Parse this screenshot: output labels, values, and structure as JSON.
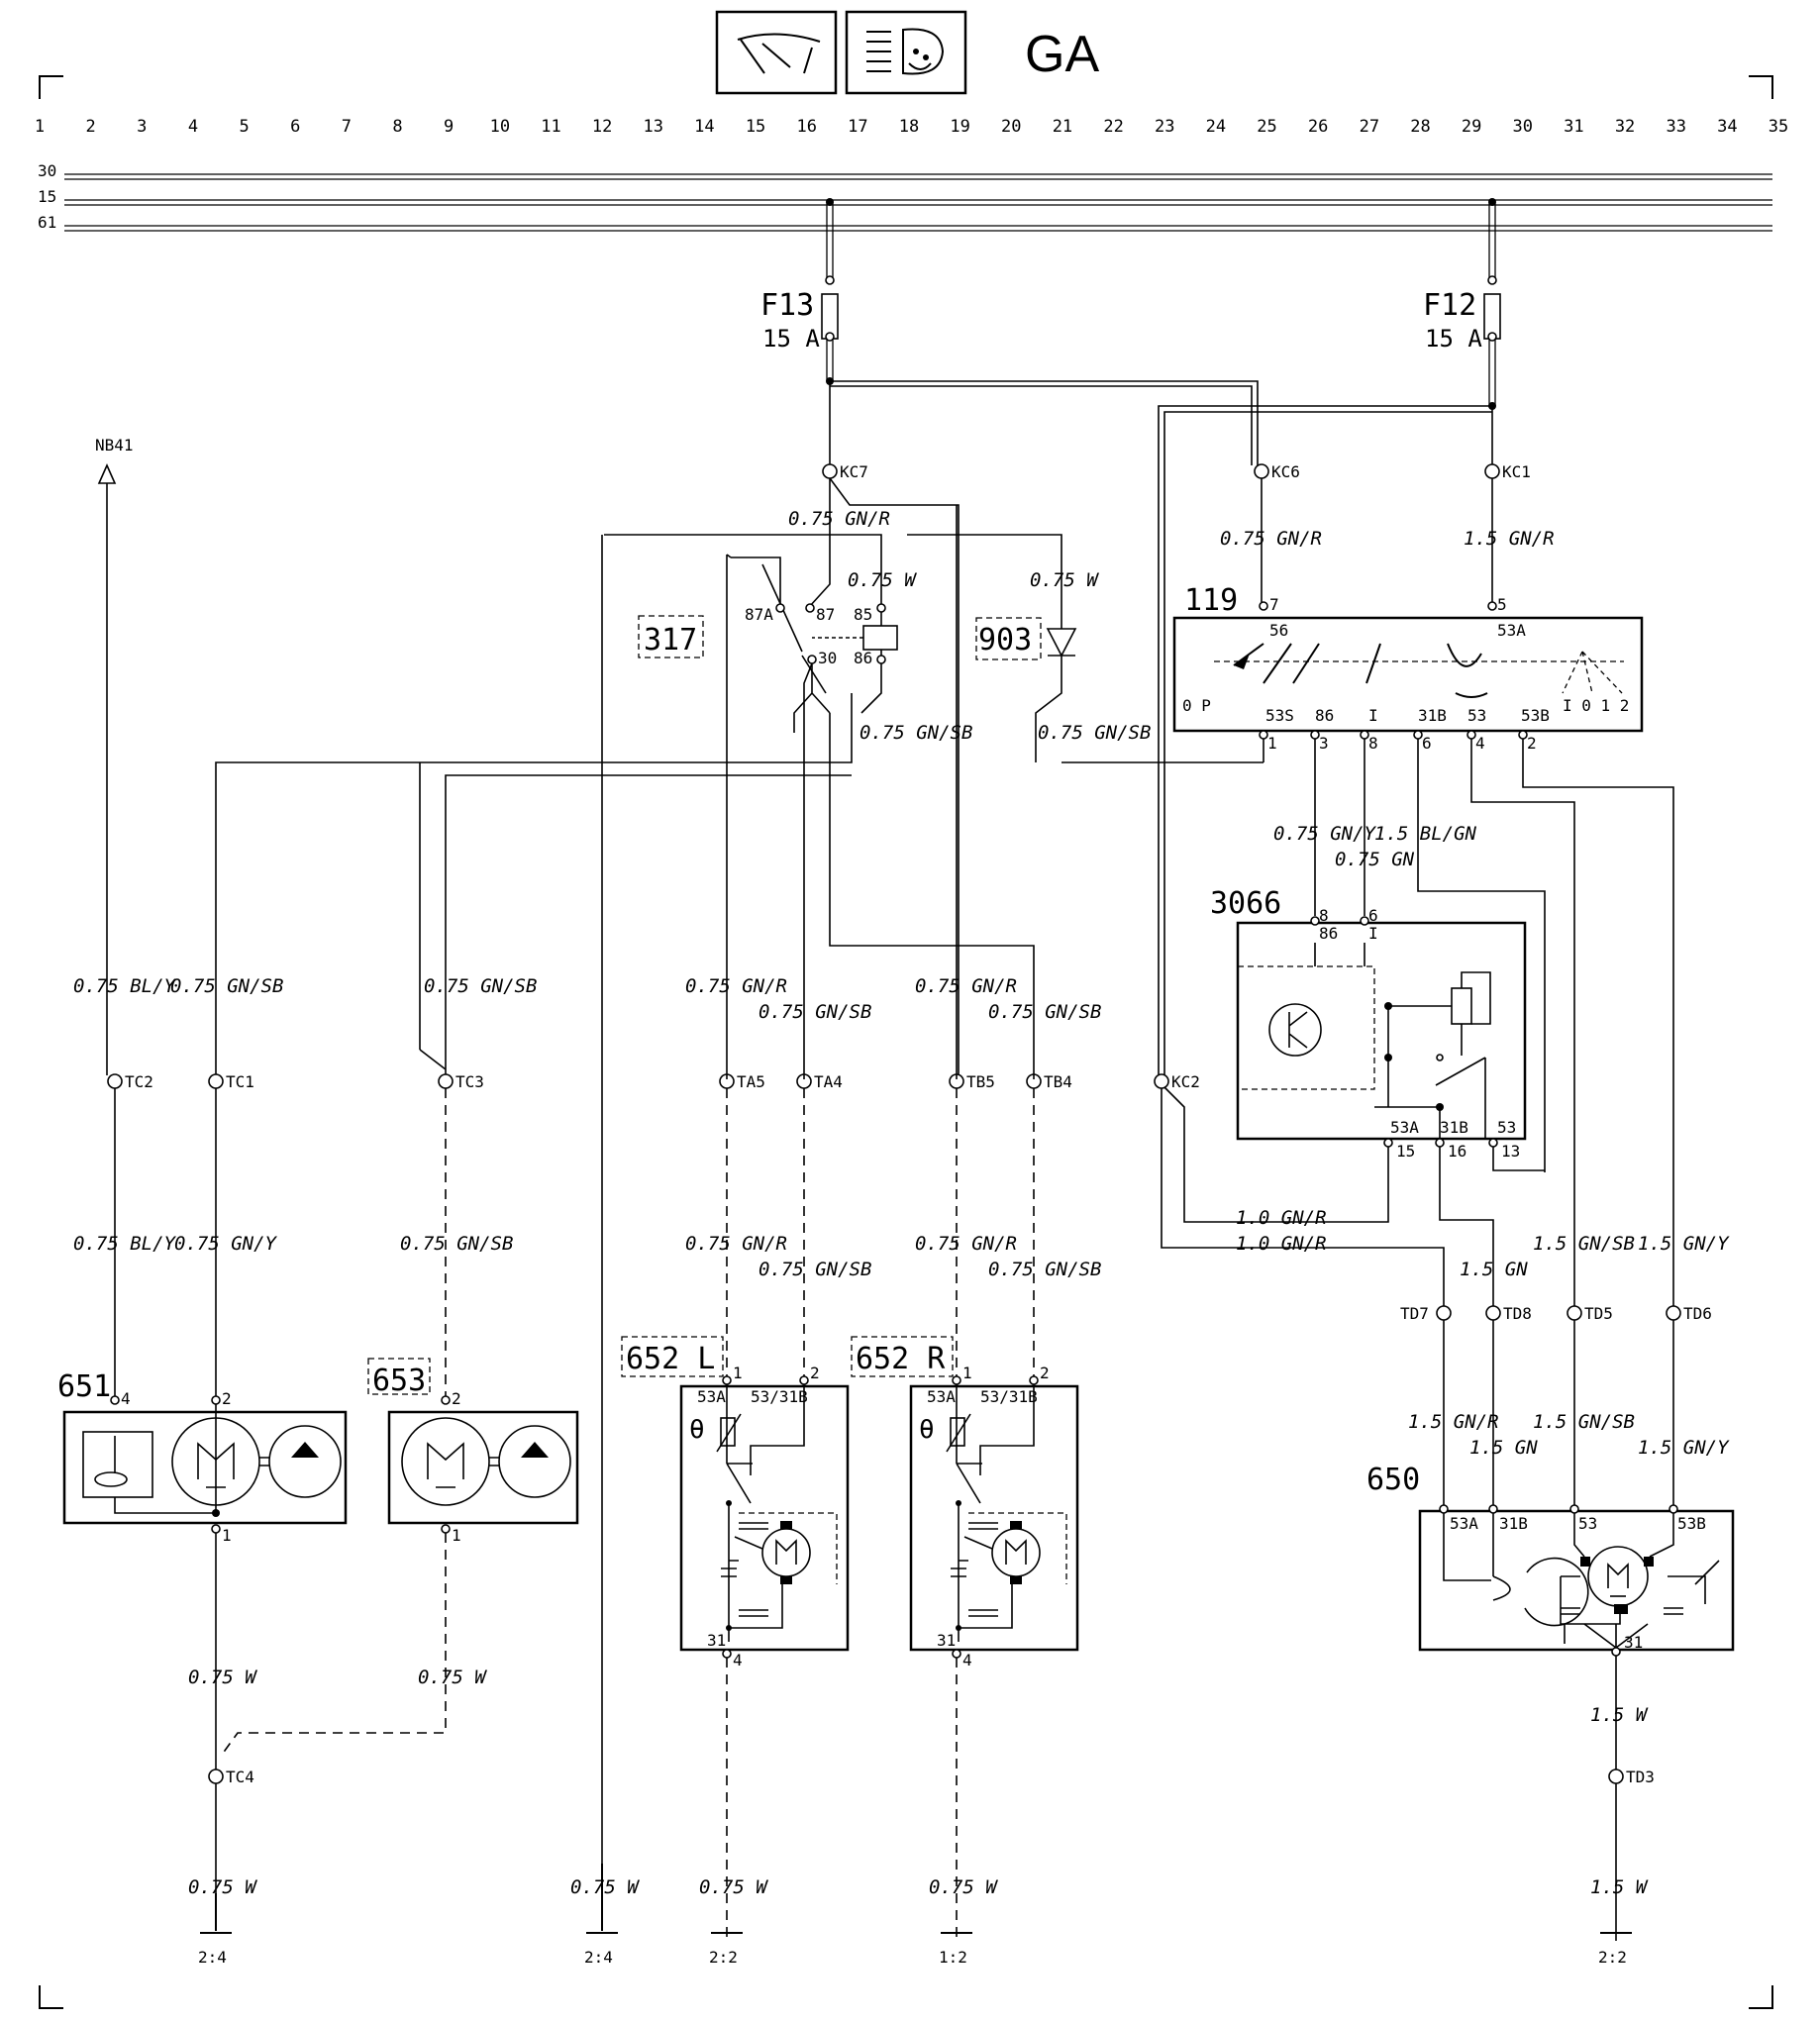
{
  "header": {
    "system_code": "GA",
    "icons": [
      "wiper-icon",
      "headlamp-washer-icon"
    ]
  },
  "column_numbers": [
    "1",
    "2",
    "3",
    "4",
    "5",
    "6",
    "7",
    "8",
    "9",
    "10",
    "11",
    "12",
    "13",
    "14",
    "15",
    "16",
    "17",
    "18",
    "19",
    "20",
    "21",
    "22",
    "23",
    "24",
    "25",
    "26",
    "27",
    "28",
    "29",
    "30",
    "31",
    "32",
    "33",
    "34",
    "35"
  ],
  "buses": [
    "30",
    "15",
    "61"
  ],
  "fuses": [
    {
      "id": "F13",
      "rating": "15 A"
    },
    {
      "id": "F12",
      "rating": "15 A"
    }
  ],
  "arrow_label": "NB41",
  "components": {
    "c317": "317",
    "c903": "903",
    "c119": "119",
    "c3066": "3066",
    "c651": "651",
    "c653": "653",
    "c652l": "652 L",
    "c652r": "652 R",
    "c650": "650"
  },
  "connectors": {
    "kc7": "KC7",
    "kc6": "KC6",
    "kc1": "KC1",
    "kc2": "KC2",
    "tc1": "TC1",
    "tc2": "TC2",
    "tc3": "TC3",
    "tc4": "TC4",
    "ta4": "TA4",
    "ta5": "TA5",
    "tb4": "TB4",
    "tb5": "TB5",
    "td3": "TD3",
    "td5": "TD5",
    "td6": "TD6",
    "td7": "TD7",
    "td8": "TD8"
  },
  "wire_labels": {
    "kc7_out": "0.75 GN/R",
    "relay_85": "0.75 W",
    "diode_in": "0.75 W",
    "kc6_out": "0.75 GN/R",
    "kc1_out": "1.5 GN/R",
    "relay_86_out": "0.75 GN/SB",
    "diode_out": "0.75 GN/SB",
    "sw_3": "0.75 GN/Y",
    "sw_6": "1.5 BL/GN",
    "sw_8": "0.75 GN",
    "tc2_top": "0.75 BL/Y",
    "tc1_top": "0.75 GN/SB",
    "tc3_top": "0.75 GN/SB",
    "ta5_top": "0.75 GN/R",
    "ta4_top": "0.75 GN/SB",
    "tb5_top": "0.75 GN/R",
    "tb4_top": "0.75 GN/SB",
    "tc2_bot": "0.75 BL/Y",
    "tc1_bot": "0.75 GN/Y",
    "tc3_bot": "0.75 GN/SB",
    "ta5_bot": "0.75 GN/R",
    "ta4_bot": "0.75 GN/SB",
    "tb5_bot": "0.75 GN/R",
    "tb4_bot": "0.75 GN/SB",
    "ic_15": "1.0 GN/R",
    "kc2_out": "1.0 GN/R",
    "ic_16": "1.5 GN",
    "td5_top": "1.5 GN/SB",
    "td6_top": "1.5 GN/Y",
    "td7_bot": "1.5 GN/R",
    "td8_bot": "1.5 GN",
    "td5_bot": "1.5 GN/SB",
    "td6_bot": "1.5 GN/Y",
    "m651_gnd": "0.75 W",
    "m653_gnd": "0.75 W",
    "tc4_gnd": "0.75 W",
    "relay_gnd": "0.75 W",
    "m652l_gnd": "0.75 W",
    "m652r_gnd": "0.75 W",
    "m650_gnd": "1.5 W",
    "td3_gnd": "1.5 W"
  },
  "grounds": [
    "2:4",
    "2:4",
    "2:2",
    "1:2",
    "2:2"
  ],
  "pins": {
    "relay": [
      "87A",
      "87",
      "85",
      "30",
      "86"
    ],
    "sw_top": [
      "7",
      "56",
      "5",
      "53A"
    ],
    "sw_bottom": [
      "53S",
      "86",
      "I",
      "31B",
      "53",
      "53B"
    ],
    "sw_pos_left": "0 P",
    "sw_pos_right": "I 0 1 2",
    "sw_pin_nums": [
      "1",
      "3",
      "8",
      "6",
      "4",
      "2"
    ],
    "ic_top": [
      "8",
      "86",
      "6",
      "I"
    ],
    "ic_bottom": [
      "53A",
      "31B",
      "53"
    ],
    "ic_bottom_nums": [
      "15",
      "16",
      "13"
    ],
    "m651": [
      "4",
      "2",
      "1"
    ],
    "m653": [
      "2",
      "1"
    ],
    "m652": [
      "1",
      "2",
      "53A",
      "53/31B",
      "31",
      "4"
    ],
    "m650": [
      "53A",
      "31B",
      "53",
      "53B",
      "31"
    ]
  }
}
